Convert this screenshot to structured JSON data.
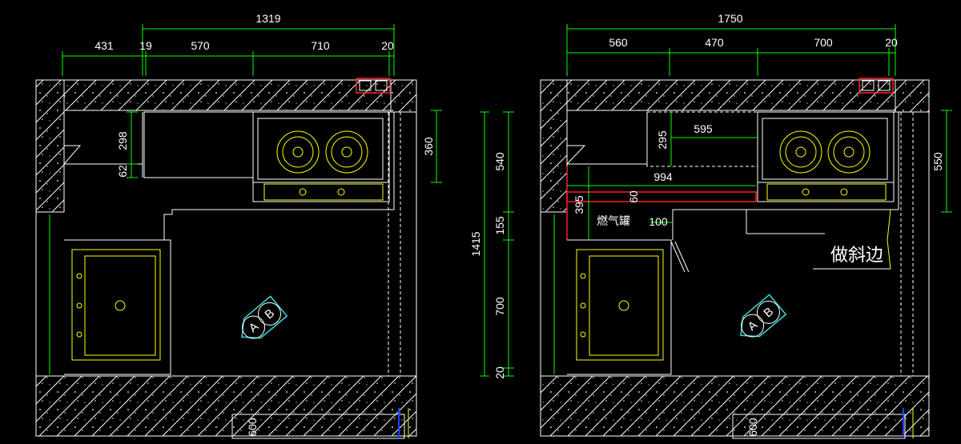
{
  "colors": {
    "background": "#000000",
    "dimension_line": "#00ff00",
    "wall": "#ffffff",
    "fixture": "#ffff00",
    "highlight": "#ff2020",
    "marker": "#33dddd"
  },
  "left_plan": {
    "overall_width": "1319",
    "segments": [
      "431",
      "19",
      "570",
      "710",
      "20"
    ],
    "depth_upper": "298",
    "depth_small": "62",
    "right_depth": "360",
    "bottom_label": "600",
    "marker_a": "A",
    "marker_b": "B"
  },
  "right_plan": {
    "overall_width": "1750",
    "segments": [
      "560",
      "470",
      "700",
      "20"
    ],
    "total_height": "1415",
    "height_segments": [
      "540",
      "155",
      "700",
      "20"
    ],
    "inner_295": "295",
    "inner_595": "595",
    "span_994": "994",
    "red_395": "395",
    "red_60": "60",
    "gas_tank_label": "燃气罐",
    "gap_100": "100",
    "bevel_note": "做斜边",
    "right_depth": "550",
    "bottom_label": "600",
    "marker_a": "A",
    "marker_b": "B"
  }
}
